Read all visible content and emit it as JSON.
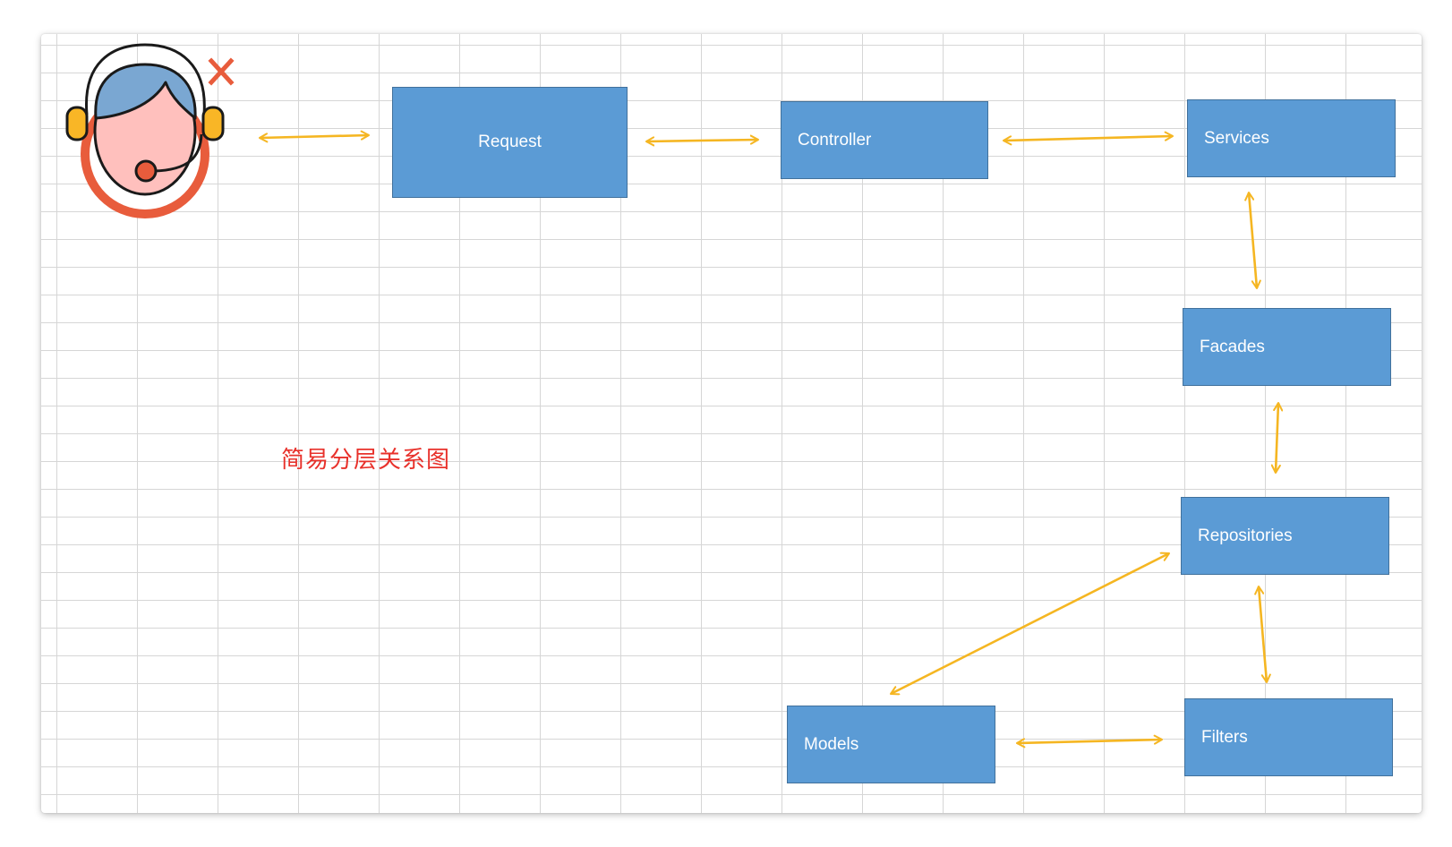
{
  "diagram": {
    "title": "简易分层关系图",
    "nodes": {
      "request": "Request",
      "controller": "Controller",
      "services": "Services",
      "facades": "Facades",
      "repositories": "Repositories",
      "models": "Models",
      "filters": "Filters"
    },
    "edges": [
      [
        "user",
        "request"
      ],
      [
        "request",
        "controller"
      ],
      [
        "controller",
        "services"
      ],
      [
        "services",
        "facades"
      ],
      [
        "facades",
        "repositories"
      ],
      [
        "repositories",
        "models"
      ],
      [
        "repositories",
        "filters"
      ],
      [
        "models",
        "filters"
      ]
    ]
  },
  "colors": {
    "box_fill": "#5b9bd5",
    "box_border": "#41719c",
    "arrow": "#f5b622",
    "title": "#e8312b",
    "avatar_face": "#ffc0bd",
    "avatar_hair": "#7aa7d2",
    "avatar_ring": "#e85c3c",
    "avatar_ear": "#f9b626",
    "close_mark": "#e85c3c"
  },
  "icons": {
    "user": "headset-user-icon",
    "close": "close-icon"
  }
}
